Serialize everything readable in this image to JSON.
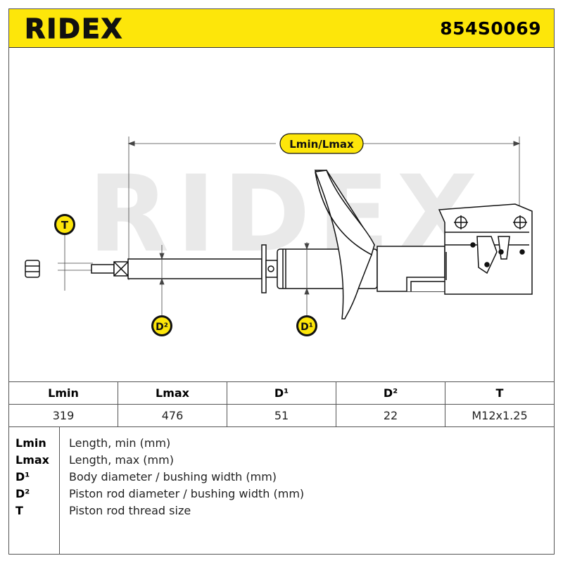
{
  "header": {
    "brand": "RIDEX",
    "part_number": "854S0069",
    "background_color": "#fde60a"
  },
  "drawing": {
    "watermark": "RIDEX",
    "dimension_labels": {
      "length": "Lmin/Lmax",
      "thread": "T",
      "rod_diameter": "D²",
      "body_diameter": "D¹"
    },
    "badge_color": "#fde60a"
  },
  "table": {
    "headers": [
      "Lmin",
      "Lmax",
      "D¹",
      "D²",
      "T"
    ],
    "values": [
      "319",
      "476",
      "51",
      "22",
      "M12x1.25"
    ]
  },
  "legend": [
    {
      "key": "Lmin",
      "desc": "Length, min (mm)"
    },
    {
      "key": "Lmax",
      "desc": "Length, max (mm)"
    },
    {
      "key": "D¹",
      "desc": "Body diameter / bushing width (mm)"
    },
    {
      "key": "D²",
      "desc": "Piston rod diameter / bushing width (mm)"
    },
    {
      "key": "T",
      "desc": "Piston rod thread size"
    }
  ]
}
